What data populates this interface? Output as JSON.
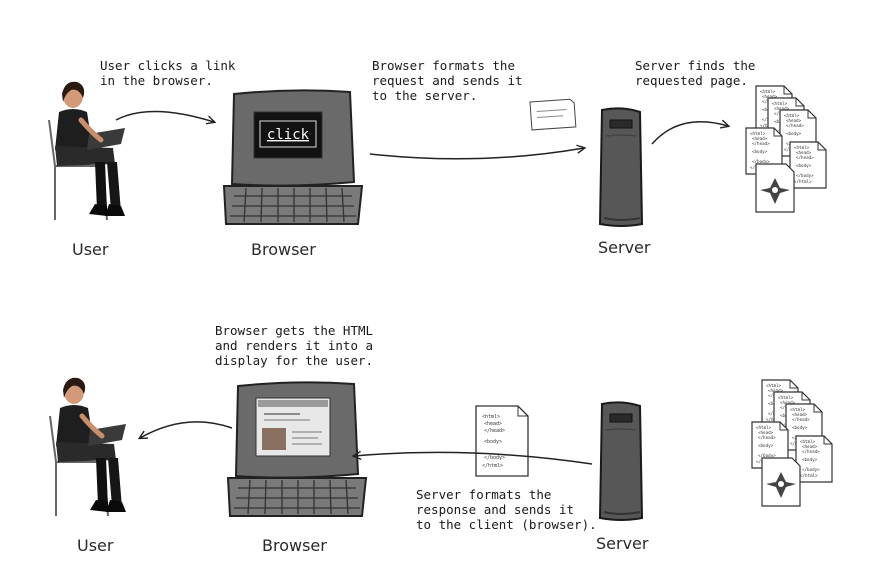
{
  "notes": {
    "user_clicks": "User clicks a link\nin the browser.",
    "browser_formats": "Browser formats the\nrequest and sends it\nto the server.",
    "server_finds": "Server finds the\nrequested page.",
    "browser_gets": "Browser gets the HTML\nand renders it into a\ndisplay for the user.",
    "server_formats": "Server formats the\nresponse and sends it\nto the client (browser)."
  },
  "screen_label": "click",
  "captions": {
    "top_user": "User",
    "top_browser": "Browser",
    "top_server": "Server",
    "bottom_user": "User",
    "bottom_browser": "Browser",
    "bottom_server": "Server"
  },
  "colors": {
    "ink": "#1a1a1a",
    "monitor_frame": "#6a6a6a",
    "screen_dark": "#111111",
    "server_body": "#555555",
    "paper": "#ffffff",
    "shirt": "#1e1e1e",
    "skin": "#c98f6d"
  }
}
